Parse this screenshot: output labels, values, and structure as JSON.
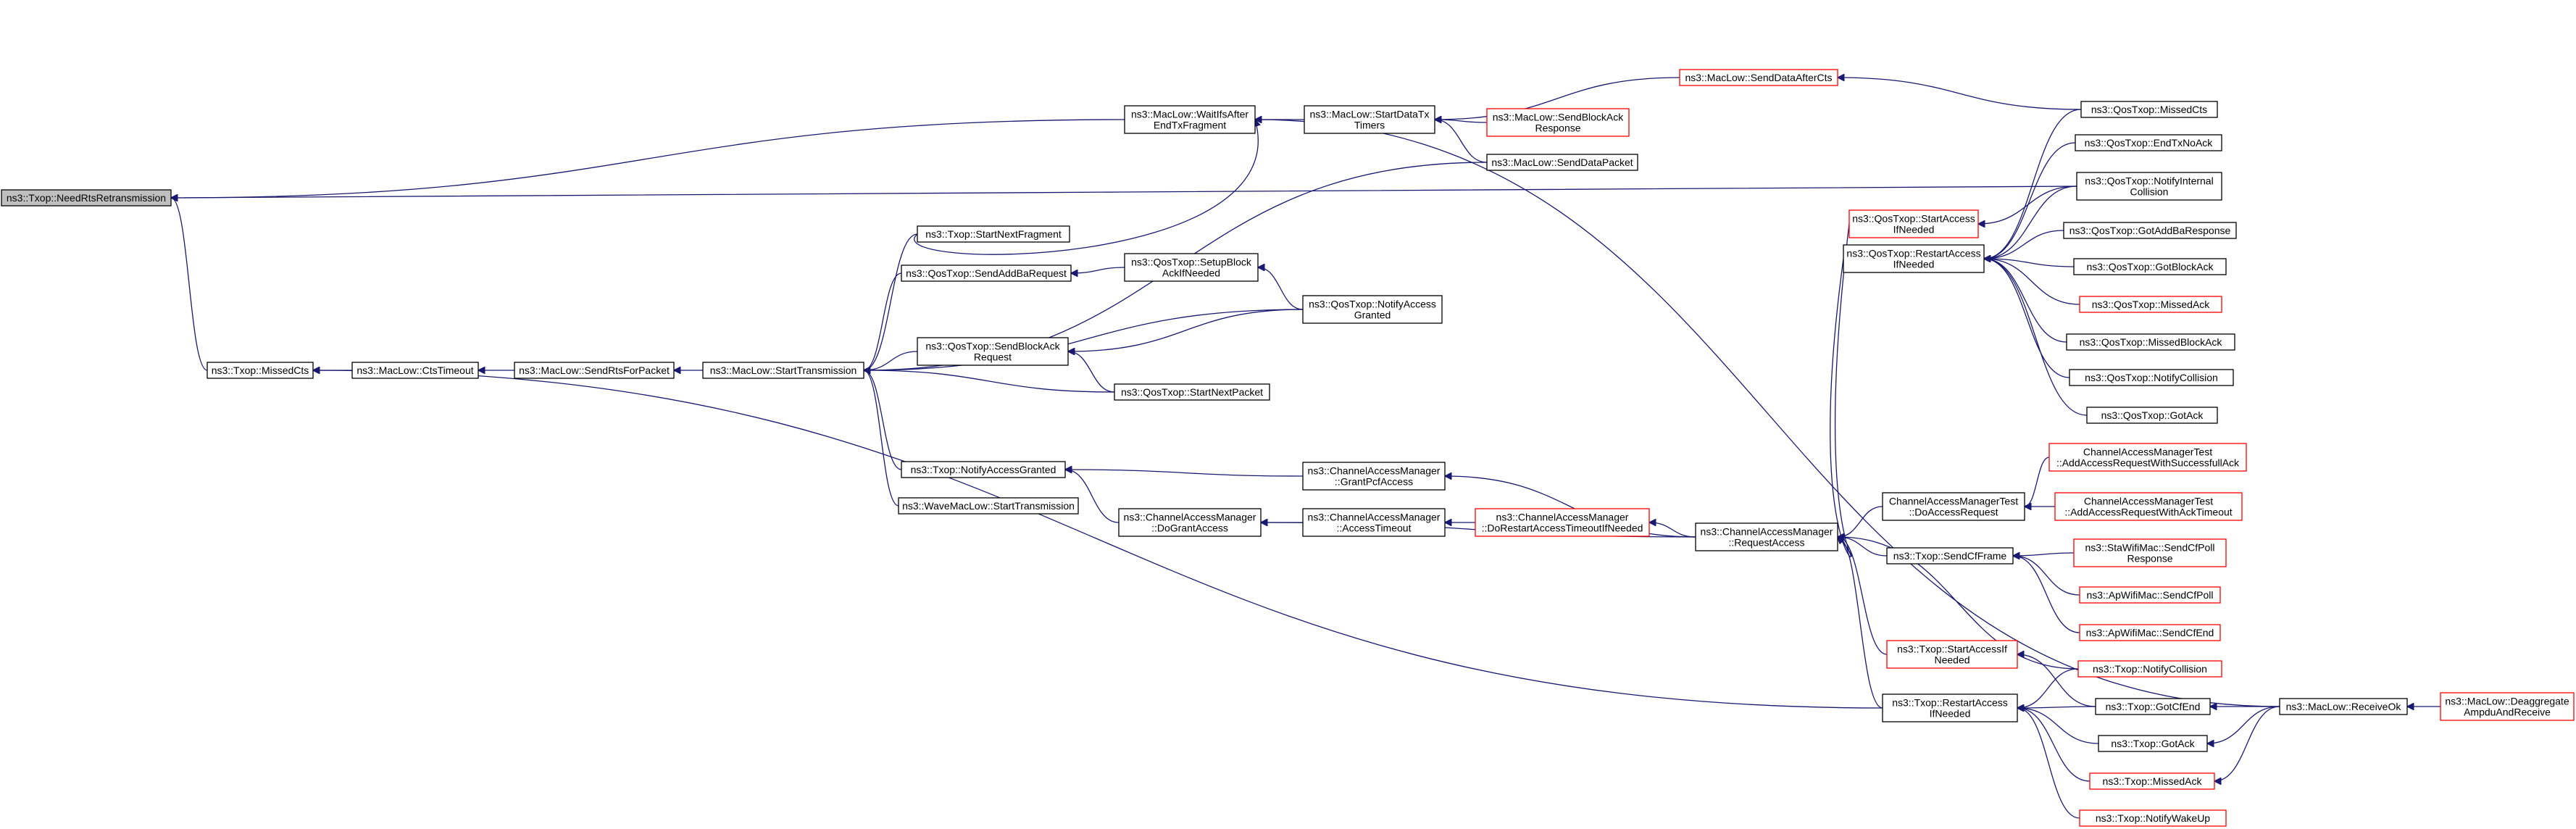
{
  "diagram": {
    "nodes": [
      {
        "id": "root",
        "lines": [
          "ns3::Txop::NeedRtsRetransmission"
        ],
        "style": "root"
      },
      {
        "id": "txopMissedCts",
        "lines": [
          "ns3::Txop::MissedCts"
        ],
        "style": "normal"
      },
      {
        "id": "ctsTimeout",
        "lines": [
          "ns3::MacLow::CtsTimeout"
        ],
        "style": "normal"
      },
      {
        "id": "sendRtsForPacket",
        "lines": [
          "ns3::MacLow::SendRtsForPacket"
        ],
        "style": "normal"
      },
      {
        "id": "startTransmission",
        "lines": [
          "ns3::MacLow::StartTransmission"
        ],
        "style": "normal"
      },
      {
        "id": "startNextFragment",
        "lines": [
          "ns3::Txop::StartNextFragment"
        ],
        "style": "normal"
      },
      {
        "id": "sendAddBaRequest",
        "lines": [
          "ns3::QosTxop::SendAddBaRequest"
        ],
        "style": "normal"
      },
      {
        "id": "sendBlockAckRequest",
        "lines": [
          "ns3::QosTxop::SendBlockAck",
          "Request"
        ],
        "style": "normal"
      },
      {
        "id": "notifyAccessGranted",
        "lines": [
          "ns3::Txop::NotifyAccessGranted"
        ],
        "style": "normal"
      },
      {
        "id": "waveStartTransmission",
        "lines": [
          "ns3::WaveMacLow::StartTransmission"
        ],
        "style": "normal"
      },
      {
        "id": "waitIfsAfterEndTxFragment",
        "lines": [
          "ns3::MacLow::WaitIfsAfter",
          "EndTxFragment"
        ],
        "style": "normal"
      },
      {
        "id": "setupBlockAckIfNeeded",
        "lines": [
          "ns3::QosTxop::SetupBlock",
          "AckIfNeeded"
        ],
        "style": "normal"
      },
      {
        "id": "qosNotifyAccessGranted",
        "lines": [
          "ns3::QosTxop::NotifyAccess",
          "Granted"
        ],
        "style": "normal"
      },
      {
        "id": "qosStartNextPacket",
        "lines": [
          "ns3::QosTxop::StartNextPacket"
        ],
        "style": "normal"
      },
      {
        "id": "doGrantAccess",
        "lines": [
          "ns3::ChannelAccessManager",
          "::DoGrantAccess"
        ],
        "style": "normal"
      },
      {
        "id": "grantPcfAccess",
        "lines": [
          "ns3::ChannelAccessManager",
          "::GrantPcfAccess"
        ],
        "style": "normal"
      },
      {
        "id": "accessTimeout",
        "lines": [
          "ns3::ChannelAccessManager",
          "::AccessTimeout"
        ],
        "style": "normal"
      },
      {
        "id": "doRestartAccessTimeoutIfNeeded",
        "lines": [
          "ns3::ChannelAccessManager",
          "::DoRestartAccessTimeoutIfNeeded"
        ],
        "style": "red"
      },
      {
        "id": "startDataTxTimers",
        "lines": [
          "ns3::MacLow::StartDataTx",
          "Timers"
        ],
        "style": "normal"
      },
      {
        "id": "sendDataAfterCts",
        "lines": [
          "ns3::MacLow::SendDataAfterCts"
        ],
        "style": "red"
      },
      {
        "id": "sendBlockAckResponse",
        "lines": [
          "ns3::MacLow::SendBlockAck",
          "Response"
        ],
        "style": "red"
      },
      {
        "id": "sendDataPacket",
        "lines": [
          "ns3::MacLow::SendDataPacket"
        ],
        "style": "normal"
      },
      {
        "id": "requestAccess",
        "lines": [
          "ns3::ChannelAccessManager",
          "::RequestAccess"
        ],
        "style": "normal"
      },
      {
        "id": "qosStartAccessIfNeeded",
        "lines": [
          "ns3::QosTxop::StartAccess",
          "IfNeeded"
        ],
        "style": "red"
      },
      {
        "id": "qosRestartAccessIfNeeded",
        "lines": [
          "ns3::QosTxop::RestartAccess",
          "IfNeeded"
        ],
        "style": "normal"
      },
      {
        "id": "camtDoAccessRequest",
        "lines": [
          "ChannelAccessManagerTest",
          "::DoAccessRequest"
        ],
        "style": "normal"
      },
      {
        "id": "sendCfFrame",
        "lines": [
          "ns3::Txop::SendCfFrame"
        ],
        "style": "normal"
      },
      {
        "id": "txopStartAccessIfNeeded",
        "lines": [
          "ns3::Txop::StartAccessIf",
          "Needed"
        ],
        "style": "red"
      },
      {
        "id": "txopRestartAccessIfNeeded",
        "lines": [
          "ns3::Txop::RestartAccess",
          "IfNeeded"
        ],
        "style": "normal"
      },
      {
        "id": "qosMissedCts",
        "lines": [
          "ns3::QosTxop::MissedCts"
        ],
        "style": "normal"
      },
      {
        "id": "qosEndTxNoAck",
        "lines": [
          "ns3::QosTxop::EndTxNoAck"
        ],
        "style": "normal"
      },
      {
        "id": "qosNotifyInternalCollision",
        "lines": [
          "ns3::QosTxop::NotifyInternal",
          "Collision"
        ],
        "style": "normal"
      },
      {
        "id": "qosGotAddBaResponse",
        "lines": [
          "ns3::QosTxop::GotAddBaResponse"
        ],
        "style": "normal"
      },
      {
        "id": "qosGotBlockAck",
        "lines": [
          "ns3::QosTxop::GotBlockAck"
        ],
        "style": "normal"
      },
      {
        "id": "qosMissedAck",
        "lines": [
          "ns3::QosTxop::MissedAck"
        ],
        "style": "red"
      },
      {
        "id": "qosMissedBlockAck",
        "lines": [
          "ns3::QosTxop::MissedBlockAck"
        ],
        "style": "normal"
      },
      {
        "id": "qosNotifyCollision",
        "lines": [
          "ns3::QosTxop::NotifyCollision"
        ],
        "style": "normal"
      },
      {
        "id": "qosGotAck",
        "lines": [
          "ns3::QosTxop::GotAck"
        ],
        "style": "normal"
      },
      {
        "id": "camtAddSuccessfulAck",
        "lines": [
          "ChannelAccessManagerTest",
          "::AddAccessRequestWithSuccessfullAck"
        ],
        "style": "red"
      },
      {
        "id": "camtAddAckTimeout",
        "lines": [
          "ChannelAccessManagerTest",
          "::AddAccessRequestWithAckTimeout"
        ],
        "style": "red"
      },
      {
        "id": "staSendCfPollResponse",
        "lines": [
          "ns3::StaWifiMac::SendCfPoll",
          "Response"
        ],
        "style": "red"
      },
      {
        "id": "apSendCfPoll",
        "lines": [
          "ns3::ApWifiMac::SendCfPoll"
        ],
        "style": "red"
      },
      {
        "id": "apSendCfEnd",
        "lines": [
          "ns3::ApWifiMac::SendCfEnd"
        ],
        "style": "red"
      },
      {
        "id": "txopNotifyCollision",
        "lines": [
          "ns3::Txop::NotifyCollision"
        ],
        "style": "red"
      },
      {
        "id": "txopGotCfEnd",
        "lines": [
          "ns3::Txop::GotCfEnd"
        ],
        "style": "normal"
      },
      {
        "id": "txopGotAck",
        "lines": [
          "ns3::Txop::GotAck"
        ],
        "style": "normal"
      },
      {
        "id": "txopMissedAck",
        "lines": [
          "ns3::Txop::MissedAck"
        ],
        "style": "red"
      },
      {
        "id": "txopNotifyWakeUp",
        "lines": [
          "ns3::Txop::NotifyWakeUp"
        ],
        "style": "red"
      },
      {
        "id": "receiveOk",
        "lines": [
          "ns3::MacLow::ReceiveOk"
        ],
        "style": "normal"
      },
      {
        "id": "deaggregateAmpdu",
        "lines": [
          "ns3::MacLow::Deaggregate",
          "AmpduAndReceive"
        ],
        "style": "red"
      }
    ],
    "edges": [
      [
        "txopMissedCts",
        "root"
      ],
      [
        "waitIfsAfterEndTxFragment",
        "root"
      ],
      [
        "qosNotifyInternalCollision",
        "root"
      ],
      [
        "ctsTimeout",
        "txopMissedCts"
      ],
      [
        "txopRestartAccessIfNeeded",
        "txopMissedCts"
      ],
      [
        "sendRtsForPacket",
        "ctsTimeout"
      ],
      [
        "startTransmission",
        "sendRtsForPacket"
      ],
      [
        "startNextFragment",
        "startTransmission"
      ],
      [
        "sendAddBaRequest",
        "startTransmission"
      ],
      [
        "qosNotifyAccessGranted",
        "startTransmission"
      ],
      [
        "sendBlockAckRequest",
        "startTransmission"
      ],
      [
        "qosStartNextPacket",
        "startTransmission"
      ],
      [
        "sendDataPacket",
        "startTransmission"
      ],
      [
        "notifyAccessGranted",
        "startTransmission"
      ],
      [
        "waveStartTransmission",
        "startTransmission"
      ],
      [
        "startDataTxTimers",
        "waitIfsAfterEndTxFragment"
      ],
      [
        "receiveOk",
        "waitIfsAfterEndTxFragment"
      ],
      [
        "sendDataAfterCts",
        "startDataTxTimers"
      ],
      [
        "sendBlockAckResponse",
        "startDataTxTimers"
      ],
      [
        "sendDataPacket",
        "startDataTxTimers"
      ],
      [
        "qosMissedCts",
        "sendDataAfterCts"
      ],
      [
        "startNextFragment",
        "waitIfsAfterEndTxFragment"
      ],
      [
        "setupBlockAckIfNeeded",
        "sendAddBaRequest"
      ],
      [
        "qosNotifyAccessGranted",
        "setupBlockAckIfNeeded"
      ],
      [
        "qosNotifyAccessGranted",
        "sendBlockAckRequest"
      ],
      [
        "qosStartNextPacket",
        "sendBlockAckRequest"
      ],
      [
        "grantPcfAccess",
        "notifyAccessGranted"
      ],
      [
        "doGrantAccess",
        "notifyAccessGranted"
      ],
      [
        "accessTimeout",
        "doGrantAccess"
      ],
      [
        "requestAccess",
        "doGrantAccess"
      ],
      [
        "doRestartAccessTimeoutIfNeeded",
        "accessTimeout"
      ],
      [
        "requestAccess",
        "doRestartAccessTimeoutIfNeeded"
      ],
      [
        "requestAccess",
        "grantPcfAccess"
      ],
      [
        "qosStartAccessIfNeeded",
        "requestAccess"
      ],
      [
        "qosRestartAccessIfNeeded",
        "requestAccess"
      ],
      [
        "camtDoAccessRequest",
        "requestAccess"
      ],
      [
        "sendCfFrame",
        "requestAccess"
      ],
      [
        "txopNotifyCollision",
        "requestAccess"
      ],
      [
        "txopStartAccessIfNeeded",
        "requestAccess"
      ],
      [
        "txopRestartAccessIfNeeded",
        "requestAccess"
      ],
      [
        "qosNotifyInternalCollision",
        "qosStartAccessIfNeeded"
      ],
      [
        "qosMissedCts",
        "qosRestartAccessIfNeeded"
      ],
      [
        "qosEndTxNoAck",
        "qosRestartAccessIfNeeded"
      ],
      [
        "qosNotifyInternalCollision",
        "qosRestartAccessIfNeeded"
      ],
      [
        "qosGotAddBaResponse",
        "qosRestartAccessIfNeeded"
      ],
      [
        "qosGotBlockAck",
        "qosRestartAccessIfNeeded"
      ],
      [
        "qosMissedAck",
        "qosRestartAccessIfNeeded"
      ],
      [
        "qosMissedBlockAck",
        "qosRestartAccessIfNeeded"
      ],
      [
        "qosNotifyCollision",
        "qosRestartAccessIfNeeded"
      ],
      [
        "qosGotAck",
        "qosRestartAccessIfNeeded"
      ],
      [
        "camtAddSuccessfulAck",
        "camtDoAccessRequest"
      ],
      [
        "camtAddAckTimeout",
        "camtDoAccessRequest"
      ],
      [
        "staSendCfPollResponse",
        "sendCfFrame"
      ],
      [
        "apSendCfPoll",
        "sendCfFrame"
      ],
      [
        "apSendCfEnd",
        "sendCfFrame"
      ],
      [
        "txopGotCfEnd",
        "txopStartAccessIfNeeded"
      ],
      [
        "txopNotifyCollision",
        "txopRestartAccessIfNeeded"
      ],
      [
        "txopGotCfEnd",
        "txopRestartAccessIfNeeded"
      ],
      [
        "txopGotAck",
        "txopRestartAccessIfNeeded"
      ],
      [
        "txopMissedAck",
        "txopRestartAccessIfNeeded"
      ],
      [
        "txopNotifyWakeUp",
        "txopRestartAccessIfNeeded"
      ],
      [
        "receiveOk",
        "txopGotCfEnd"
      ],
      [
        "receiveOk",
        "txopGotAck"
      ],
      [
        "receiveOk",
        "txopMissedAck"
      ],
      [
        "deaggregateAmpdu",
        "receiveOk"
      ]
    ],
    "colors": {
      "edge": "#191970",
      "node_border": "#000000",
      "highlight_border": "#ff0000",
      "root_fill": "#bfbfbf",
      "background": "#ffffff"
    }
  }
}
